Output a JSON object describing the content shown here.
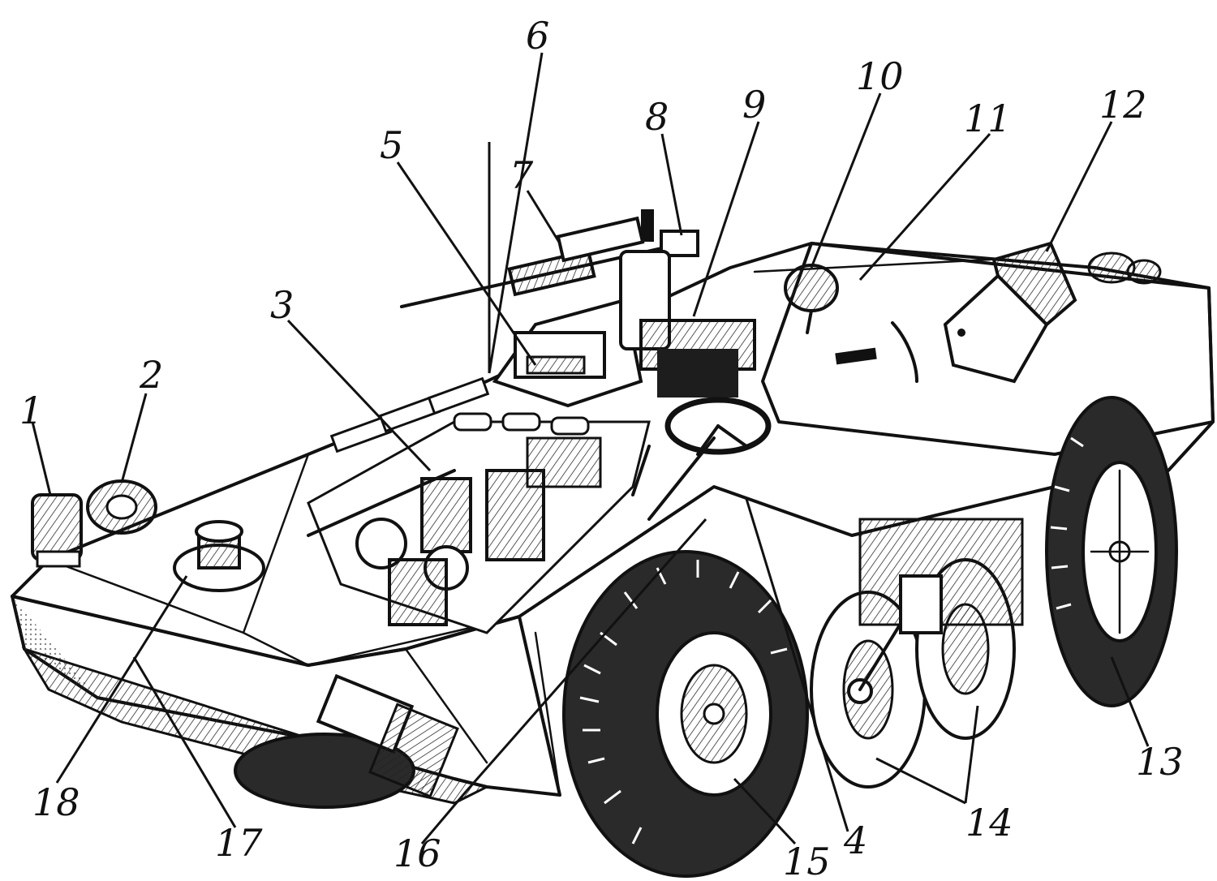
{
  "diagram": {
    "callouts": [
      "1",
      "2",
      "3",
      "4",
      "5",
      "6",
      "7",
      "8",
      "9",
      "10",
      "11",
      "12",
      "13",
      "14",
      "15",
      "16",
      "17",
      "18"
    ]
  },
  "colors": {
    "ink": "#111111",
    "paper": "#ffffff"
  }
}
